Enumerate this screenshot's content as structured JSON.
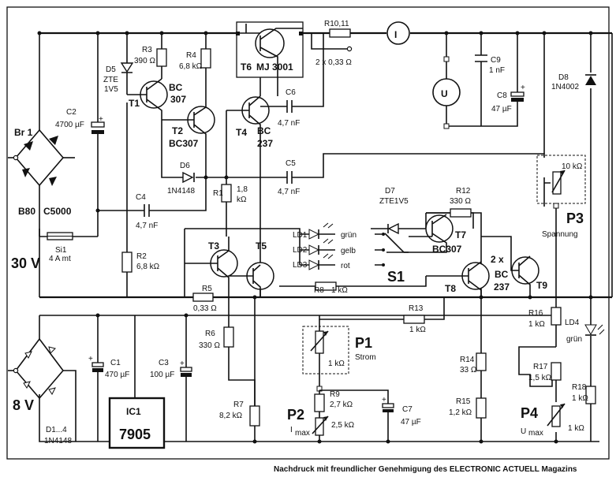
{
  "labels": {
    "br1": "Br 1",
    "b80": "B80",
    "c5000": "C5000",
    "v30": "30 V",
    "v8": "8 V",
    "si1": "Si1",
    "si1_val": "4 A mt",
    "c2": "C2",
    "c2_val": "4700 µF",
    "d5": "D5",
    "d5_val1": "ZTE",
    "d5_val2": "1V5",
    "r3": "R3",
    "r3_val": "390 Ω",
    "r4": "R4",
    "r4_val": "6,8 kΩ",
    "t1": "T1",
    "t1_type1": "BC",
    "t1_type2": "307",
    "t2": "T2",
    "t2_type": "BC307",
    "t6": "T6",
    "t6_type": "MJ 3001",
    "t4": "T4",
    "t4_type1": "BC",
    "t4_type2": "237",
    "c6": "C6",
    "c6_val": "4,7 nF",
    "c5": "C5",
    "c5_val": "4,7 nF",
    "d6": "D6",
    "d6_val": "1N4148",
    "c4": "C4",
    "c4_val": "4,7 nF",
    "r1": "R1",
    "r1_val1": "1,8",
    "r1_val2": "kΩ",
    "r2": "R2",
    "r2_val": "6,8 kΩ",
    "r10": "R10,11",
    "r10_val": "2 x 0,33 Ω",
    "meter_i": "I",
    "meter_u": "U",
    "c9": "C9",
    "c9_val": "1 nF",
    "c8": "C8",
    "c8_val": "47 µF",
    "d8": "D8",
    "d8_val": "1N4002",
    "p3_val": "10 kΩ",
    "p3": "P3",
    "p3_name": "Spannung",
    "d7": "D7",
    "d7_val": "ZTE1V5",
    "r12": "R12",
    "r12_val": "330 Ω",
    "ld1": "LD1",
    "ld2": "LD2",
    "ld3": "LD3",
    "gruen": "grün",
    "gelb": "gelb",
    "rot": "rot",
    "t7": "T7",
    "t7_type": "BC307",
    "s1": "S1",
    "t3": "T3",
    "t5": "T5",
    "t8": "T8",
    "t9": "T9",
    "t89_type1": "2 x",
    "t89_type2": "BC",
    "t89_type3": "237",
    "r5": "R5",
    "r5_val": "0,33 Ω",
    "r8": "R8",
    "r8_val": "1 kΩ",
    "r13": "R13",
    "r13_val": "1 kΩ",
    "r6": "R6",
    "r6_val": "330 Ω",
    "r7": "R7",
    "r7_val": "8,2 kΩ",
    "p1": "P1",
    "p1_name": "Strom",
    "p1_val": "1 kΩ",
    "r9": "R9",
    "r9_val": "2,7 kΩ",
    "p2": "P2",
    "p2_name": "I",
    "p2_sub": "max",
    "p2_val": "2,5 kΩ",
    "c7": "C7",
    "c7_val": "47 µF",
    "r14": "R14",
    "r14_val": "33 Ω",
    "r15": "R15",
    "r15_val": "1,2 kΩ",
    "r16": "R16",
    "r16_val": "1 kΩ",
    "r17": "R17",
    "r17_val": "1,5 kΩ",
    "r18": "R18",
    "r18_val": "1 kΩ",
    "ld4": "LD4",
    "ld4_col": "grün",
    "p4": "P4",
    "p4_name": "U",
    "p4_sub": "max",
    "p4_val": "1 kΩ",
    "c1": "C1",
    "c1_val": "470 µF",
    "c3": "C3",
    "c3_val": "100 µF",
    "d14": "D1...4",
    "d14_val": "1N4148",
    "ic1": "IC1",
    "ic1_type": "7905",
    "credit": "Nachdruck mit freundlicher Genehmigung des ELECTRONIC ACTUELL Magazins"
  }
}
